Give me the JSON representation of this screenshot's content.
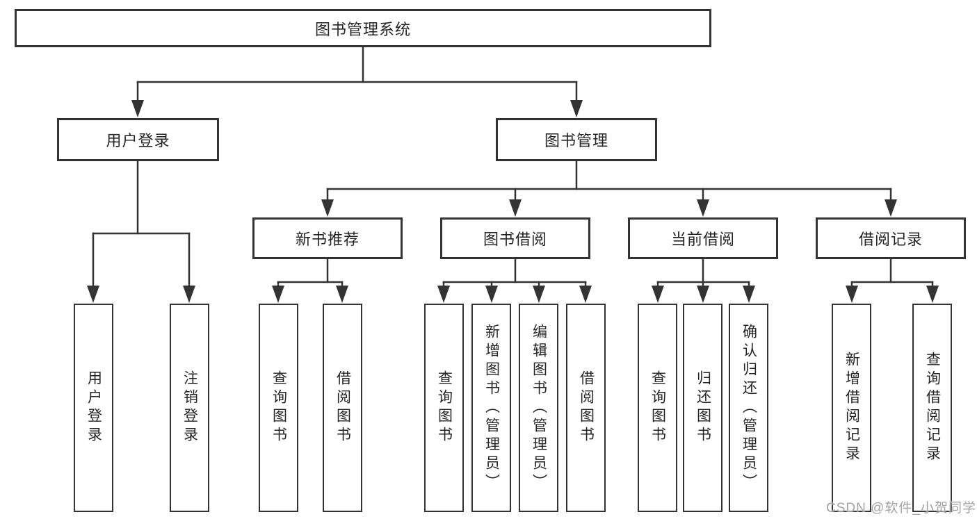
{
  "diagram": {
    "root": "图书管理系统",
    "branches": [
      {
        "label": "用户登录",
        "leaves": [
          "用户登录",
          "注销登录"
        ]
      },
      {
        "label": "图书管理",
        "groups": [
          {
            "label": "新书推荐",
            "leaves": [
              "查询图书",
              "借阅图书"
            ]
          },
          {
            "label": "图书借阅",
            "leaves": [
              "查询图书",
              "新增图书（管理员）",
              "编辑图书（管理员）",
              "借阅图书"
            ]
          },
          {
            "label": "当前借阅",
            "leaves": [
              "查询图书",
              "归还图书",
              "确认归还（管理员）"
            ]
          },
          {
            "label": "借阅记录",
            "leaves": [
              "新增借阅记录",
              "查询借阅记录"
            ]
          }
        ]
      }
    ]
  },
  "colors": {
    "line": "#333333",
    "text": "#242424",
    "background": "#ffffff",
    "watermark": "#a3a3a3"
  },
  "watermark": "CSDN @软件_小贺同学"
}
